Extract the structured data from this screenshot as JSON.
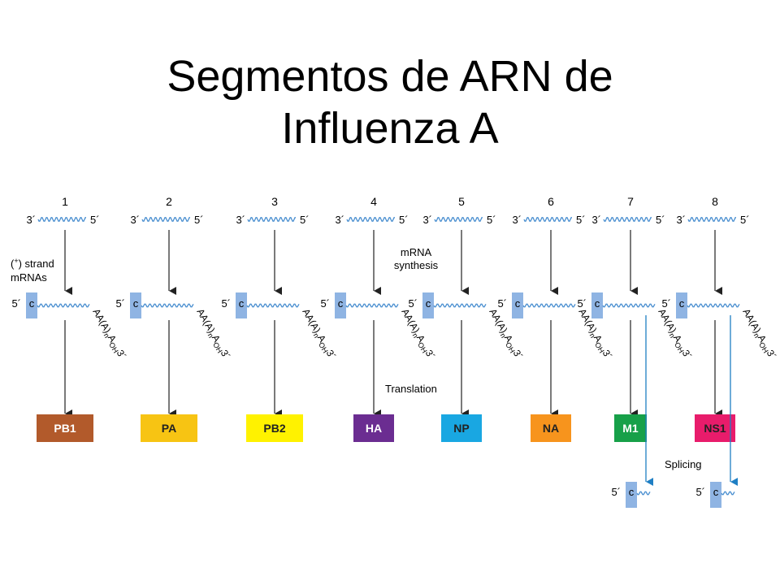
{
  "slide": {
    "title_line1": "Segmentos de ARN de",
    "title_line2": "Influenza A"
  },
  "diagram": {
    "segments": [
      {
        "number": "1",
        "protein": "PB1",
        "color": "#b25a2b",
        "text_color": "#ffffff"
      },
      {
        "number": "2",
        "protein": "PA",
        "color": "#f7c413",
        "text_color": "#222222"
      },
      {
        "number": "3",
        "protein": "PB2",
        "color": "#fff200",
        "text_color": "#222222"
      },
      {
        "number": "4",
        "protein": "HA",
        "color": "#6b2d91",
        "text_color": "#ffffff"
      },
      {
        "number": "5",
        "protein": "NP",
        "color": "#19a7e2",
        "text_color": "#222222"
      },
      {
        "number": "6",
        "protein": "NA",
        "color": "#f7941d",
        "text_color": "#222222"
      },
      {
        "number": "7",
        "protein": "M1",
        "color": "#17a049",
        "text_color": "#ffffff",
        "spliced": true
      },
      {
        "number": "8",
        "protein": "NS1",
        "color": "#e81c6b",
        "text_color": "#222222",
        "spliced": true
      }
    ],
    "template_3prime": "3´",
    "template_5prime": "5´",
    "mrna_5prime": "5´",
    "cap_label": "c",
    "polya_tail": "AA(A)",
    "polya_n": "n",
    "polya_oh": "A",
    "polya_oh_sub": "OH",
    "polya_3prime": "3´",
    "strand_label_line1": "(+) strand",
    "strand_label_line2": "mRNAs",
    "mrna_synthesis_line1": "mRNA",
    "mrna_synthesis_line2": "synthesis",
    "translation_label": "Translation",
    "splicing_label": "Splicing",
    "colors": {
      "wave": "#4a8fd0",
      "cap_box": "#8fb4e3",
      "splice_arrow": "#1f7fc4",
      "arrow": "#222222"
    }
  }
}
